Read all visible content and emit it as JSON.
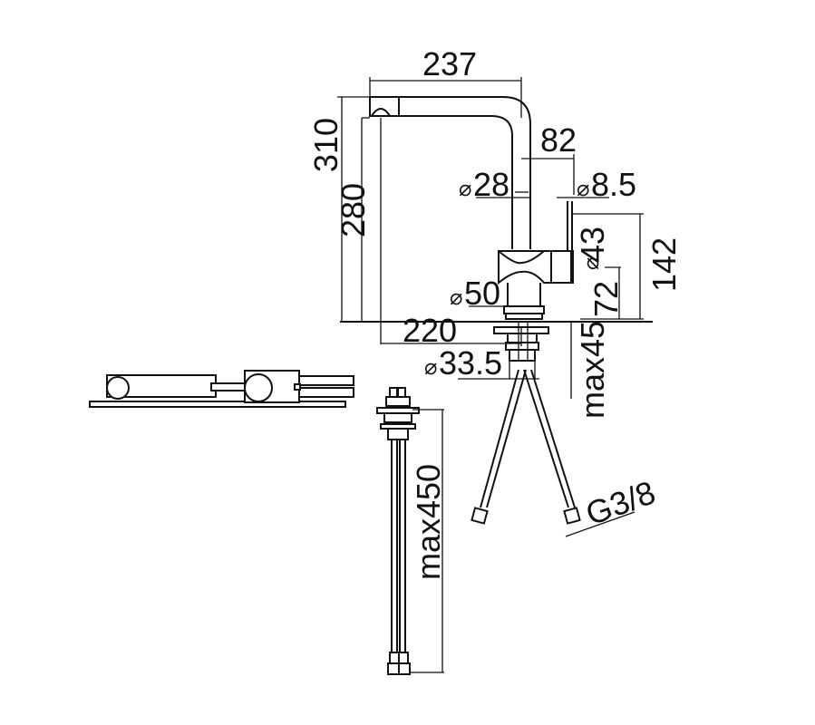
{
  "drawing": {
    "subject": "Kitchen faucet with pull-out spout - technical dimension drawing",
    "line_color": "#111111",
    "background": "#ffffff",
    "dimensions": {
      "spout_reach": "237",
      "total_height": "310",
      "spout_height": "280",
      "spout_drop": "82",
      "spout_diameter_symbol": "⌀",
      "spout_diameter": "28",
      "lever_diameter": "8.5",
      "lever_height": "43",
      "body_height": "142",
      "base_diameter": "50",
      "base_height": "72",
      "base_to_spout": "220",
      "shank_diameter": "33.5",
      "max_deck_thickness": "max45",
      "hose_length": "max450",
      "hose_thread": "G3/8"
    },
    "views": {
      "front": "front-elevation",
      "top": "top-plan",
      "hoses": "hose-assembly"
    }
  }
}
